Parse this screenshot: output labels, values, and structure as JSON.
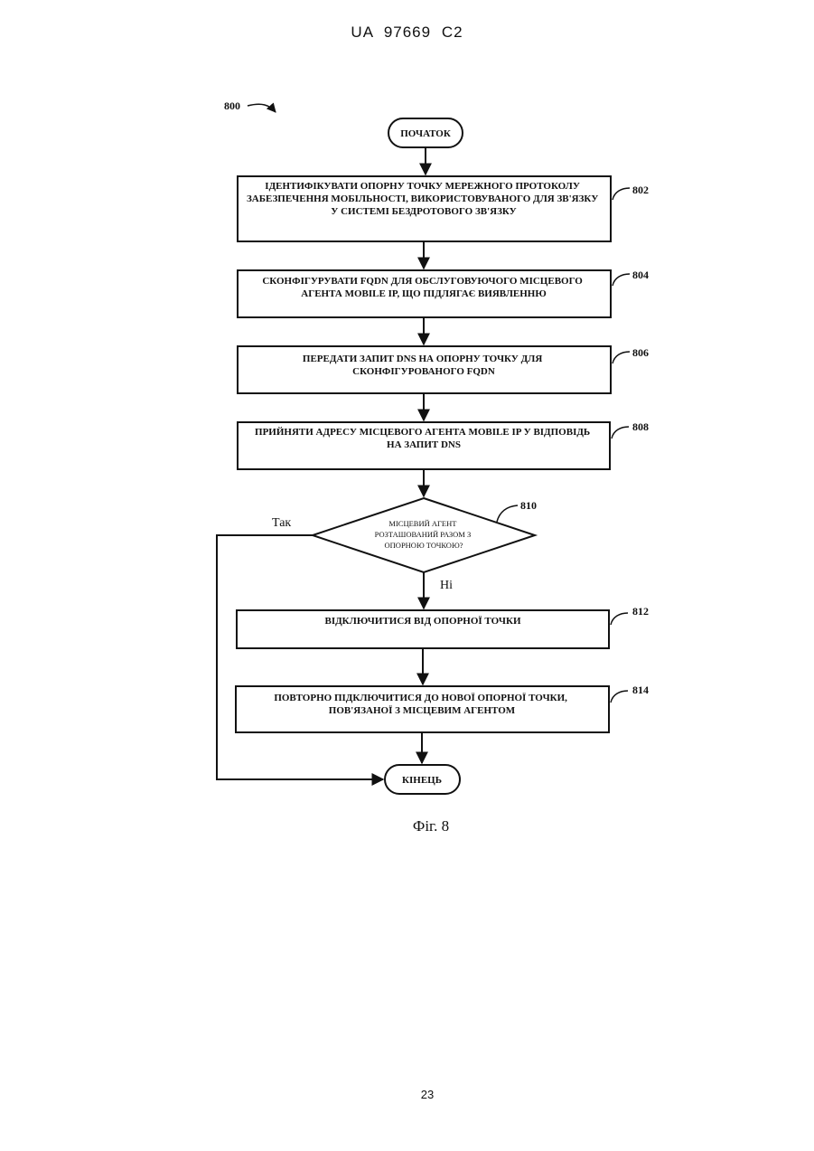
{
  "header": {
    "doc_id": "UA   97669   C2"
  },
  "figure": {
    "ref": "800",
    "start_label": "ПОЧАТОК",
    "end_label": "КІНЕЦЬ",
    "steps": [
      {
        "ref": "802",
        "lines": [
          "ІДЕНТИФІКУВАТИ ОПОРНУ ТОЧКУ МЕРЕЖНОГО ПРОТОКОЛУ",
          "ЗАБЕЗПЕЧЕННЯ МОБІЛЬНОСТІ, ВИКОРИСТОВУВАНОГО ДЛЯ ЗВ'ЯЗКУ",
          "У СИСТЕМІ БЕЗДРОТОВОГО ЗВ'ЯЗКУ"
        ]
      },
      {
        "ref": "804",
        "lines": [
          "СКОНФІГУРУВАТИ FQDN ДЛЯ ОБСЛУГОВУЮЧОГО МІСЦЕВОГО",
          "АГЕНТА MOBILE IP, ЩО ПІДЛЯГАЄ ВИЯВЛЕННЮ"
        ]
      },
      {
        "ref": "806",
        "lines": [
          "ПЕРЕДАТИ ЗАПИТ DNS НА ОПОРНУ ТОЧКУ ДЛЯ",
          "СКОНФІГУРОВАНОГО FQDN"
        ]
      },
      {
        "ref": "808",
        "lines": [
          "ПРИЙНЯТИ АДРЕСУ МІСЦЕВОГО АГЕНТА MOBILE IP У ВІДПОВІДЬ",
          "НА ЗАПИТ DNS"
        ]
      },
      {
        "ref": "812",
        "lines": [
          "ВІДКЛЮЧИТИСЯ ВІД ОПОРНОЇ ТОЧКИ"
        ]
      },
      {
        "ref": "814",
        "lines": [
          "ПОВТОРНО ПІДКЛЮЧИТИСЯ ДО НОВОЇ ОПОРНОЇ ТОЧКИ,",
          "ПОВ'ЯЗАНОЇ З МІСЦЕВИМ АГЕНТОМ"
        ]
      }
    ],
    "decision": {
      "ref": "810",
      "lines": [
        "МІСЦЕВИЙ АГЕНТ",
        "РОЗТАШОВАНИЙ РАЗОМ З",
        "ОПОРНОЮ ТОЧКОЮ?"
      ],
      "yes_label": "Так",
      "no_label": "Ні"
    },
    "caption": "Фіг. 8"
  },
  "page_number": "23"
}
